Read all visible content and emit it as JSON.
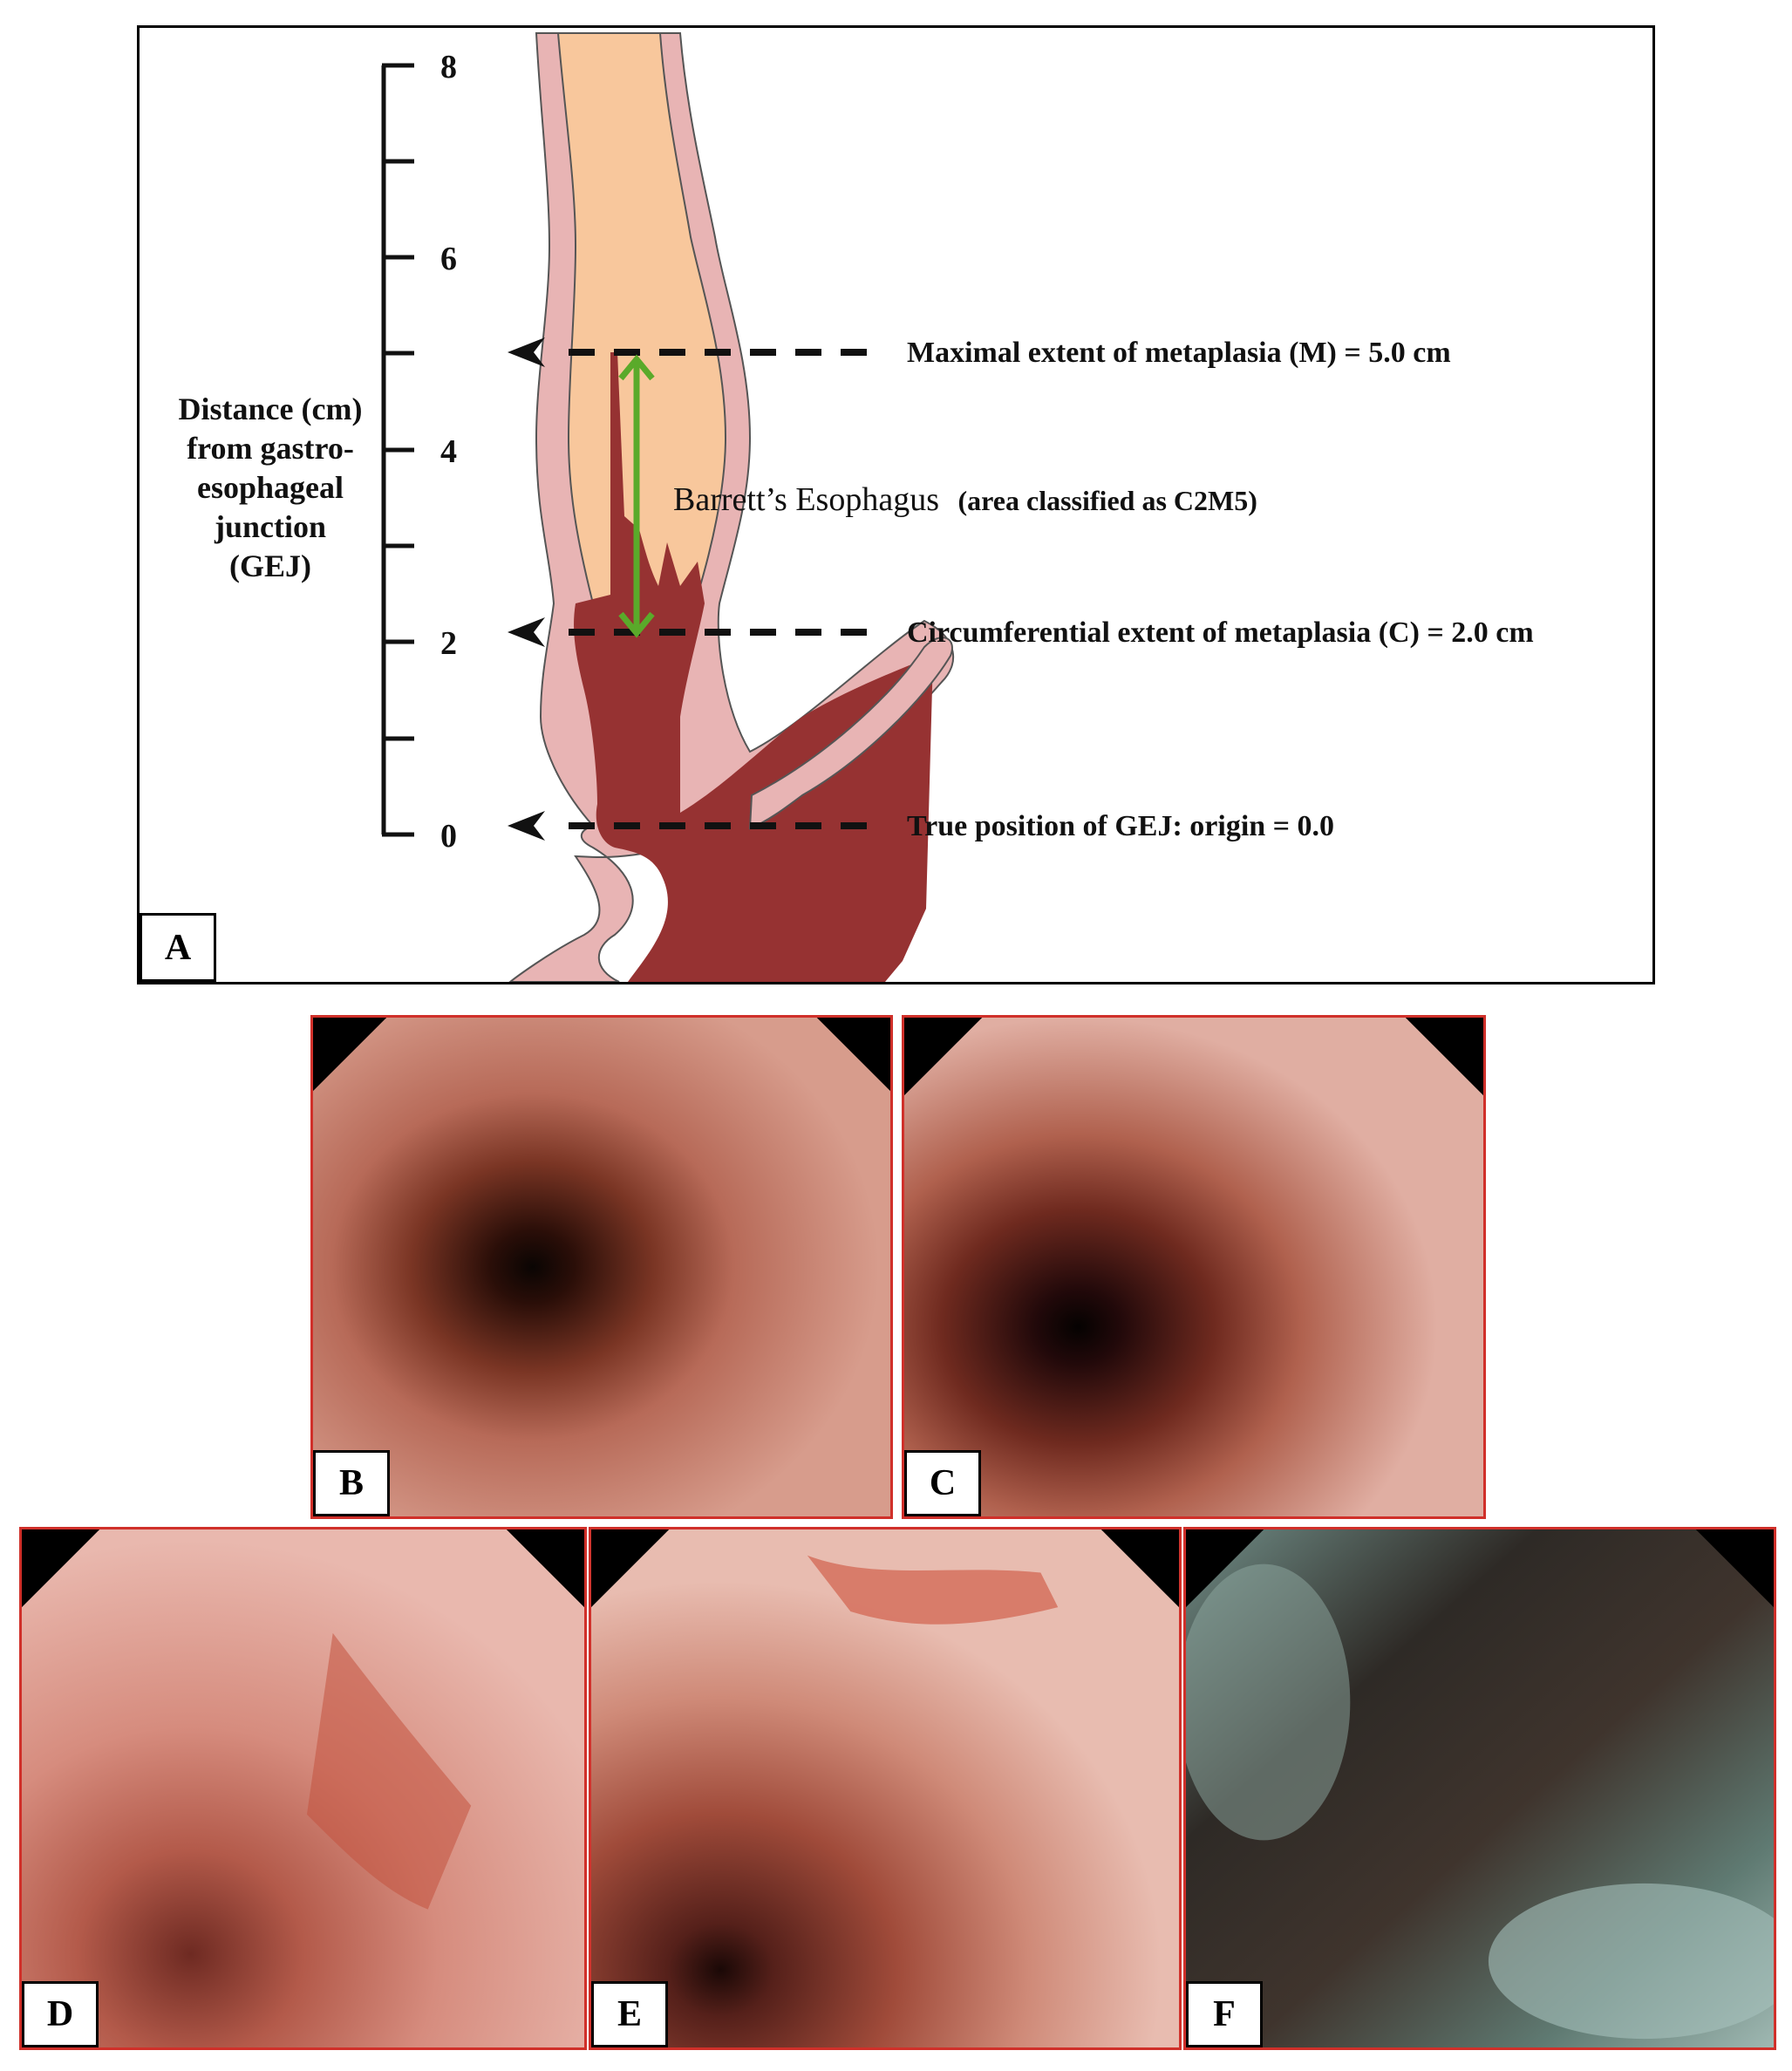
{
  "panel_a": {
    "label": "A",
    "axis_title_lines": [
      "Distance (cm)",
      "from gastro-",
      "esophageal",
      "junction",
      "(GEJ)"
    ],
    "ticks": [
      "8",
      "6",
      "4",
      "2",
      "0"
    ],
    "annotations": {
      "maximal": "Maximal extent of metaplasia (M) = 5.0 cm",
      "barrett_main": "Barrett’s Esophagus",
      "barrett_sub": "(area classified as C2M5)",
      "circumferential": "Circumferential extent of metaplasia (C) = 2.0 cm",
      "gej": "True position of GEJ: origin = 0.0"
    },
    "colors": {
      "wall": "#e8b4b4",
      "lumen": "#f8c79c",
      "metaplasia": "#963232",
      "arrow": "#5aaa2a"
    }
  },
  "photos": [
    {
      "label": "B",
      "icon": "endoscopy-image"
    },
    {
      "label": "C",
      "icon": "endoscopy-image"
    },
    {
      "label": "D",
      "icon": "endoscopy-image"
    },
    {
      "label": "E",
      "icon": "endoscopy-image"
    },
    {
      "label": "F",
      "icon": "endoscopy-image-narrow-band"
    }
  ]
}
